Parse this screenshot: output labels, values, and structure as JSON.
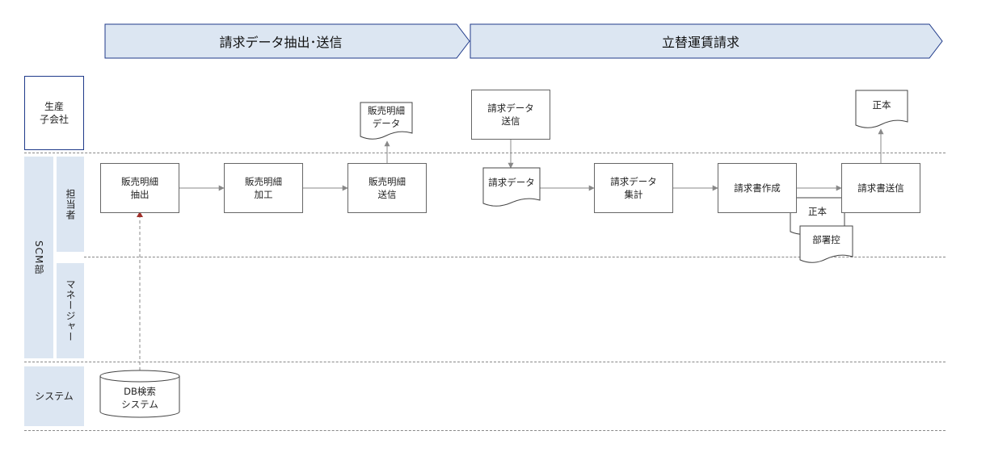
{
  "phases": [
    {
      "label": "請求データ抽出･送信"
    },
    {
      "label": "立替運賃請求"
    }
  ],
  "lanes": {
    "subsidiary": "生産\n子会社",
    "scm": "SCM部",
    "staff": "担当者",
    "manager": "マネージャー",
    "system": "システム"
  },
  "processes": {
    "sales_extract": "販売明細\n抽出",
    "sales_process": "販売明細\n加工",
    "sales_send": "販売明細\n送信",
    "billing_send_sub": "請求データ\n送信",
    "billing_aggregate": "請求データ\n集計",
    "invoice_create": "請求書作成",
    "invoice_send": "請求書送信"
  },
  "documents": {
    "sales_data": "販売明細\nデータ",
    "billing_data": "請求データ",
    "original_top": "正本",
    "original": "正本",
    "department_copy": "部署控"
  },
  "database": {
    "db_search": "DB検索\nシステム"
  },
  "colors": {
    "phase_fill": "#dce6f2",
    "phase_border": "#1f3a8a",
    "lane_fill": "#dce6f2",
    "connector": "#888888"
  }
}
